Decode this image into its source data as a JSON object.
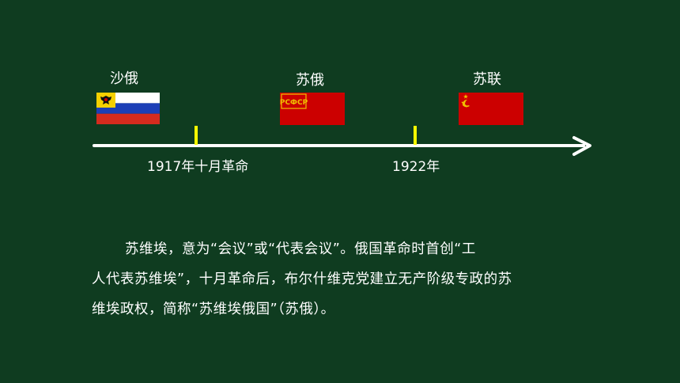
{
  "timeline": {
    "periods": [
      {
        "label": "沙俄"
      },
      {
        "label": "苏俄"
      },
      {
        "label": "苏联"
      }
    ],
    "events": [
      {
        "label": "1917年十月革命"
      },
      {
        "label": "1922年"
      }
    ],
    "colors": {
      "axis": "#ffffff",
      "tick": "#ffff00",
      "flag_red": "#cc0000"
    }
  },
  "flags": {
    "russian_empire": {
      "emblem_icon": "double-headed-eagle-icon"
    },
    "rsfsr": {
      "emblem_text": "РСФСР"
    },
    "ussr": {
      "emblem_icon": "hammer-and-sickle-icon"
    }
  },
  "paragraph": {
    "lines": [
      "苏维埃，意为“会议”或“代表会议”。俄国革命时首创“工",
      "人代表苏维埃”，十月革命后，布尔什维克党建立无产阶级专政的苏",
      "维埃政权，简称“苏维埃俄国”（苏俄）。"
    ]
  }
}
